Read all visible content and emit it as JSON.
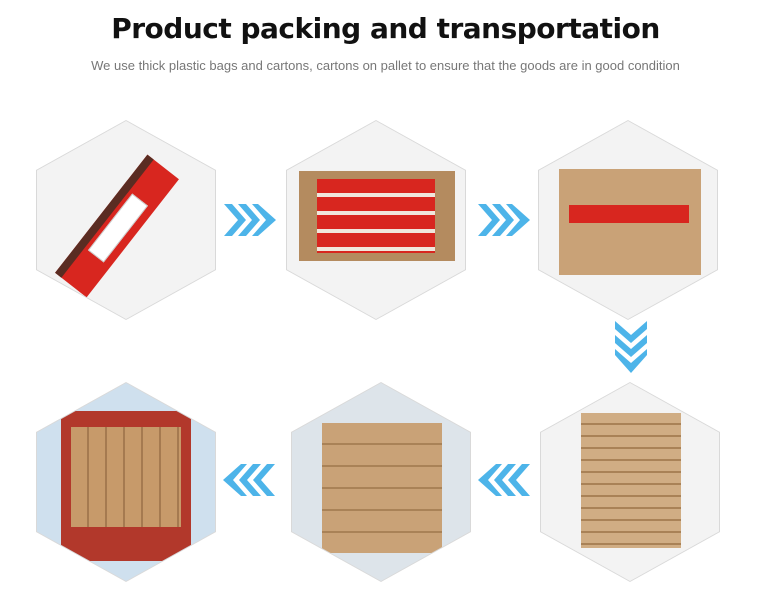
{
  "header": {
    "title": "Product packing and transportation",
    "subtitle": "We use thick plastic bags and cartons, cartons on pallet to ensure that the goods are in good condition"
  },
  "steps": [
    {
      "icon": "product-in-plastic-bag-image"
    },
    {
      "icon": "products-in-carton-image"
    },
    {
      "icon": "sealed-carton-image"
    },
    {
      "icon": "stacked-cartons-image"
    },
    {
      "icon": "cartons-on-pallet-image"
    },
    {
      "icon": "container-loading-image"
    }
  ],
  "colors": {
    "arrow": "#4db4e9",
    "carton": "#c9a277",
    "product": "#d8261f"
  }
}
